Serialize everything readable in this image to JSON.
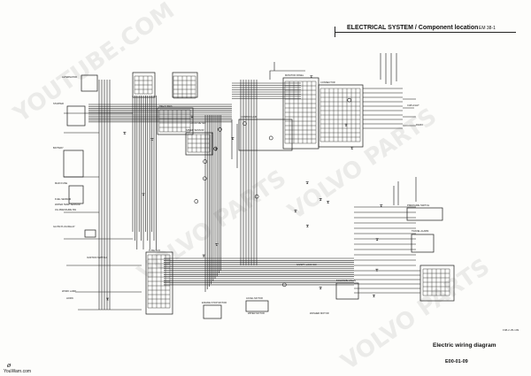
{
  "header": {
    "title": "ELECTRICAL SYSTEM / Component location",
    "code": "EM 38-1"
  },
  "diagram": {
    "caption": "Electric wiring diagram",
    "page_number": "E00-01-09",
    "drawing_code": "F08-2-35-109"
  },
  "footer": {
    "source": "YouWarn.com",
    "mark": "ø"
  },
  "watermark": {
    "lines": [
      "YOUTUBE.COM",
      "VOLVO PARTS",
      "VOLVO PARTS",
      "VOLVO PARTS"
    ]
  },
  "labels": {
    "alternator": "ALTERNATOR",
    "starter": "STARTER",
    "glow_plug_relay": "GLOW PLUG RELAY",
    "battery": "BATTERY",
    "main_fuse": "MAIN FUSE",
    "ignition_switch": "IGNITION SWITCH",
    "fuse_box": "FUSE BOX",
    "relay_box": "RELAY BOX",
    "monitor_panel": "MONITOR PANEL",
    "controller": "CONTROLLER",
    "hour_meter": "HOUR METER",
    "work_lamp": "WORK LAMP",
    "horn": "HORN",
    "fuel_sensor": "FUEL SENSOR",
    "water_temp": "WATER TEMP SENSOR",
    "oil_pressure": "OIL PRESSURE SW",
    "solenoid_valve": "SOLENOID VALVE",
    "pressure_switch": "PRESSURE SWITCH",
    "travel_alarm": "TRAVEL ALARM",
    "wiper_motor": "WIPER MOTOR",
    "washer_motor": "WASHER MOTOR",
    "cab_light": "CAB LIGHT",
    "radio": "RADIO",
    "speed_sensor": "SPEED SENSOR",
    "accel_motor": "ACCEL MOTOR",
    "safety_lock": "SAFETY LOCK SW",
    "engine_stop": "ENGINE STOP MOTOR",
    "connector": "CONNECTOR"
  }
}
